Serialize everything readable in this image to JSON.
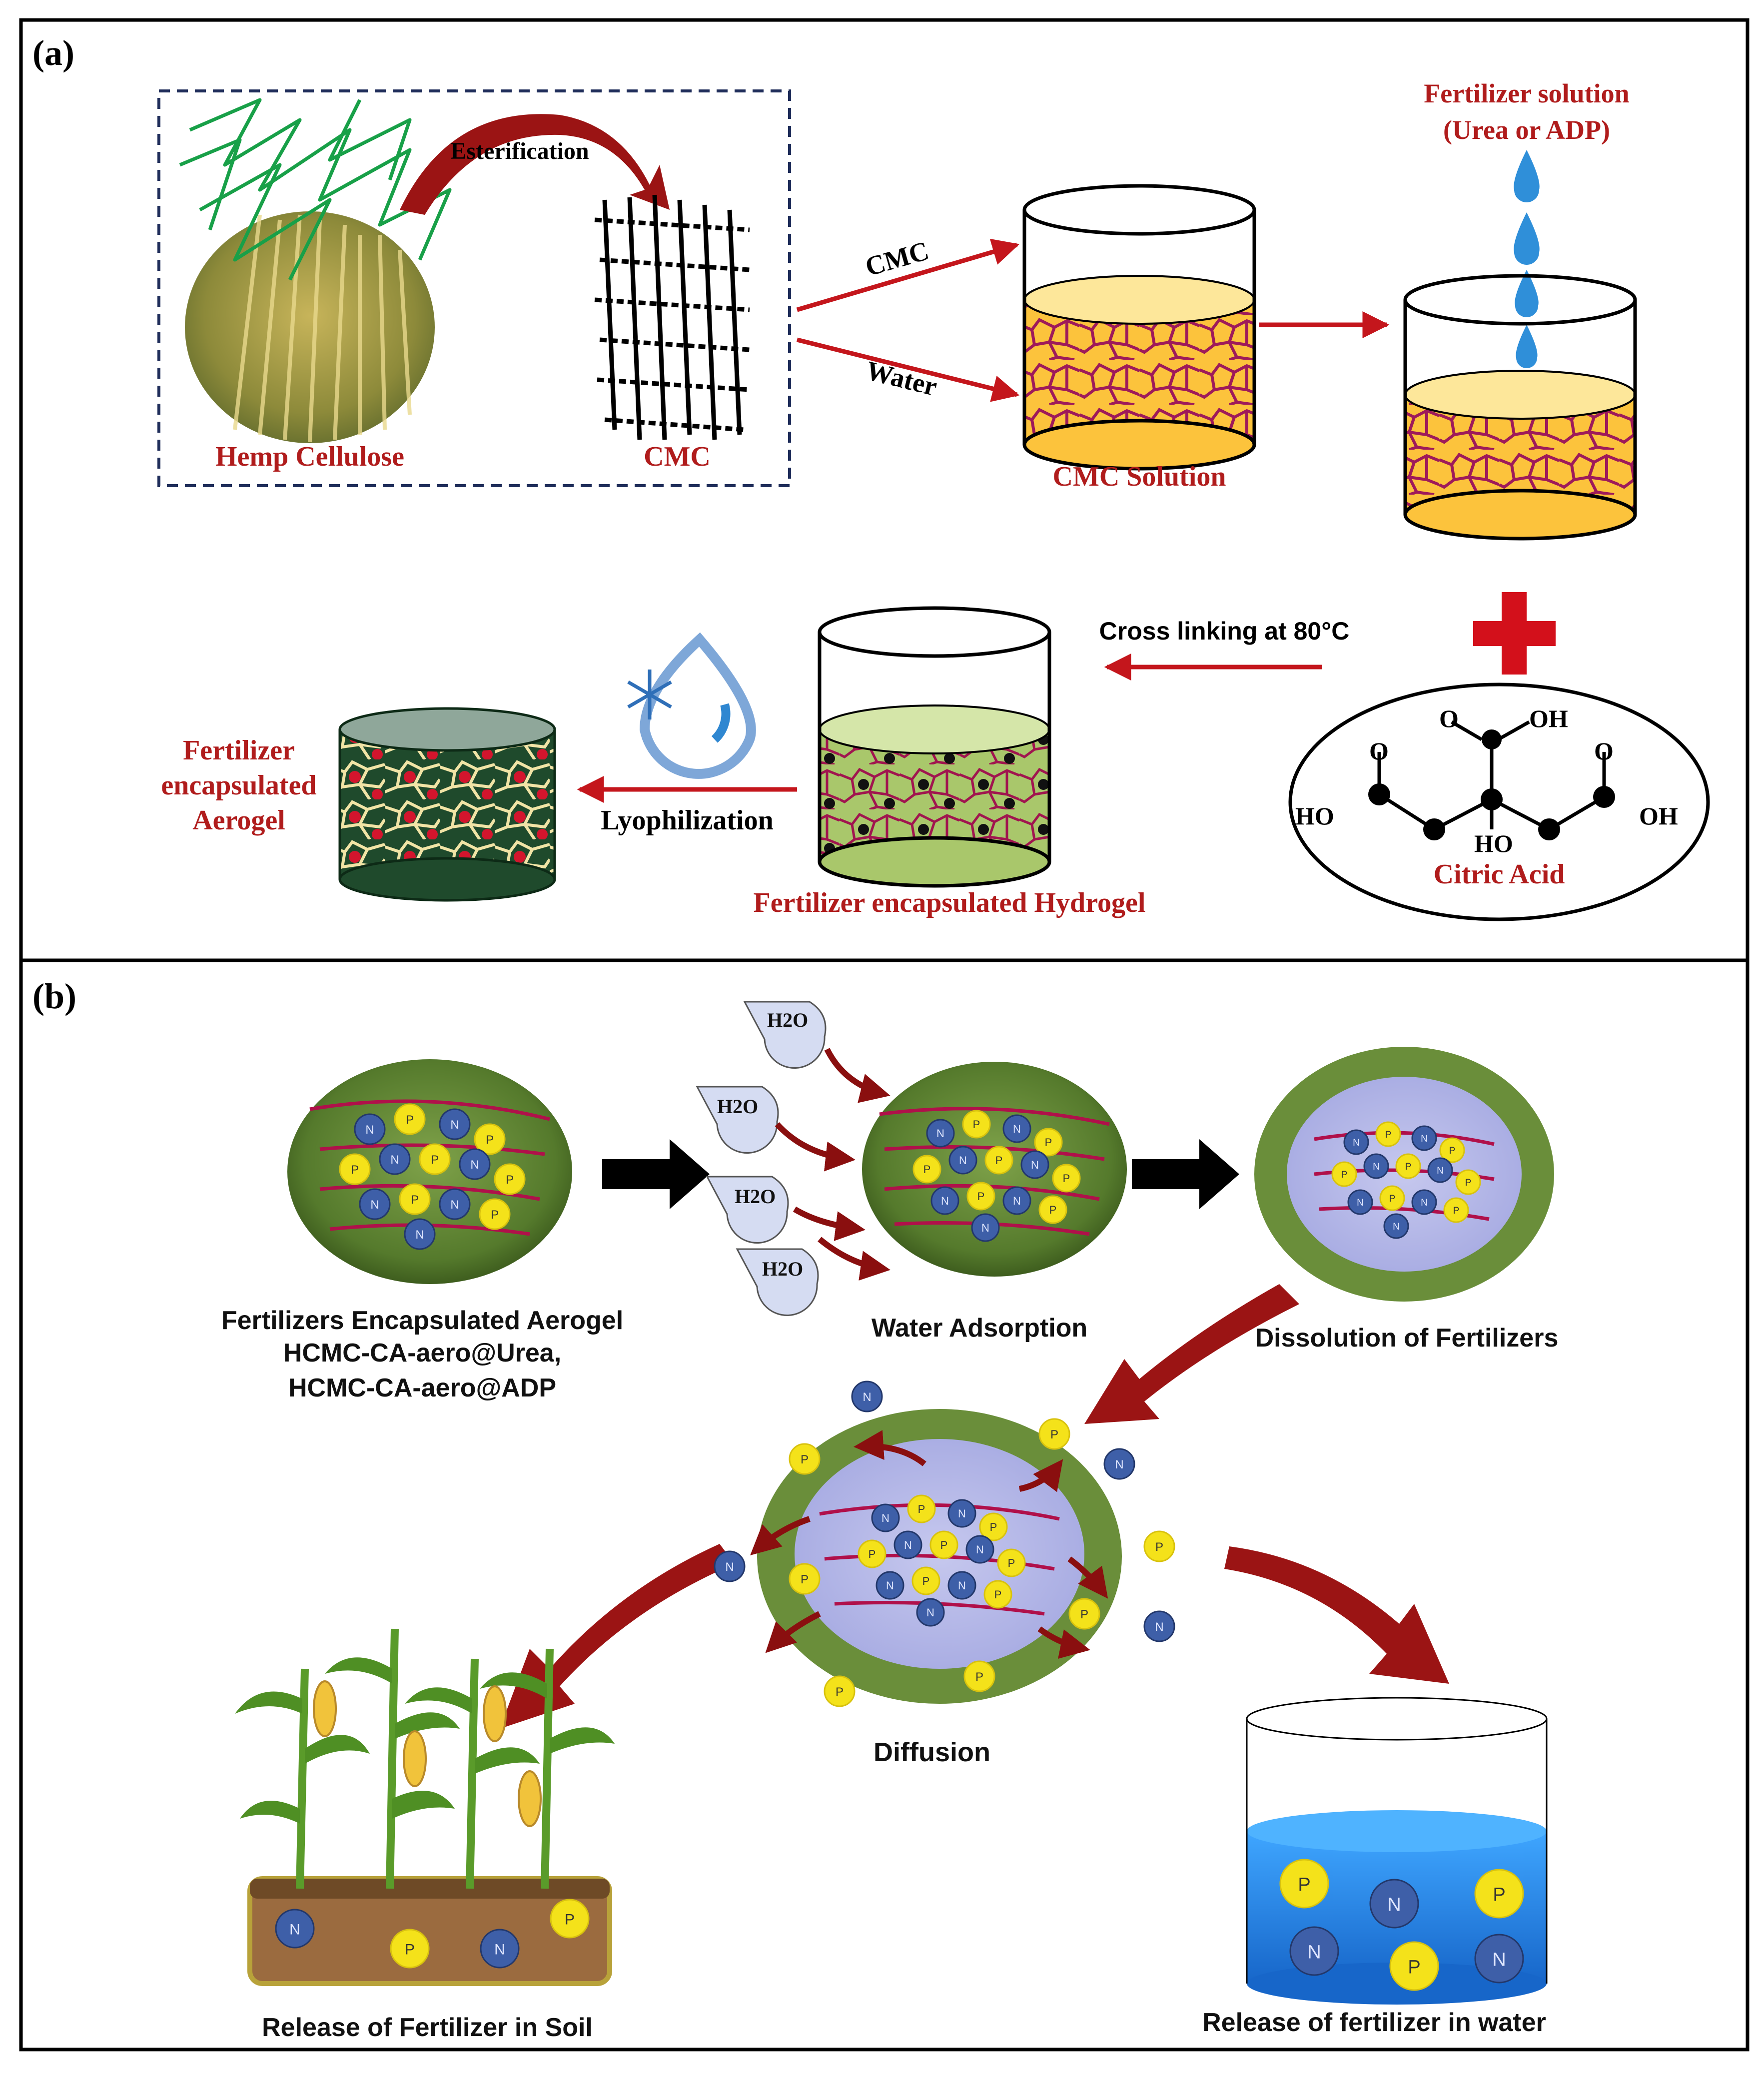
{
  "colors": {
    "dark_red": "#b01c1c",
    "arrow_red": "#8a0f0f",
    "navy": "#1f2d5a",
    "solution_orange": "#fcc33c",
    "crack_magenta": "#9e1a5a",
    "hydrogel_green": "#a9c76b",
    "aerogel_green": "#6e9440",
    "n_blue": "#3e5fa8",
    "p_yellow": "#f4e21a",
    "water_blue": "#1f88e0",
    "drop_blue": "#2f8fd9"
  },
  "panel_a": {
    "label": "(a)",
    "hemp_cellulose": "Hemp Cellulose",
    "esterification": "Esterification",
    "cmc": "CMC",
    "arrow_cmc": "CMC",
    "arrow_water": "Water",
    "cmc_solution": "CMC Solution",
    "fertilizer_solution_line1": "Fertilizer solution",
    "fertilizer_solution_line2": "(Urea or ADP)",
    "cross_linking": "Cross linking at 80°C",
    "citric_acid": "Citric Acid",
    "hydrogel": "Fertilizer encapsulated Hydrogel",
    "lyophilization": "Lyophilization",
    "aerogel_line1": "Fertilizer",
    "aerogel_line2": "encapsulated",
    "aerogel_line3": "Aerogel",
    "chem": {
      "o": "O",
      "oh": "OH",
      "ho": "HO"
    }
  },
  "panel_b": {
    "label": "(b)",
    "h2o": "H2O",
    "n": "N",
    "p": "P",
    "aerogel_caption_line1": "Fertilizers Encapsulated Aerogel",
    "aerogel_caption_line2": "HCMC-CA-aero@Urea,",
    "aerogel_caption_line3": "HCMC-CA-aero@ADP",
    "water_adsorption": "Water Adsorption",
    "dissolution": "Dissolution of Fertilizers",
    "diffusion": "Diffusion",
    "soil_release": "Release of Fertilizer in Soil",
    "water_release": "Release of fertilizer in water"
  }
}
